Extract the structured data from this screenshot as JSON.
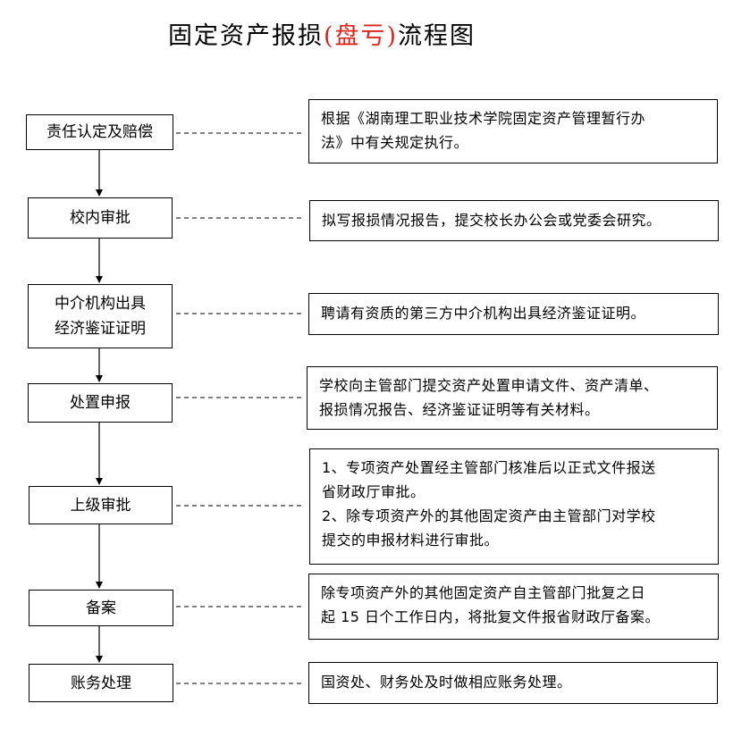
{
  "title": {
    "main": "固定资产报损",
    "paren": "(盘亏)",
    "tail": "流程图"
  },
  "steps": [
    {
      "label_lines": [
        "责任认定及赔偿"
      ]
    },
    {
      "label_lines": [
        "校内审批"
      ]
    },
    {
      "label_lines": [
        "中介机构出具",
        "经济鉴证证明"
      ]
    },
    {
      "label_lines": [
        "处置申报"
      ]
    },
    {
      "label_lines": [
        "上级审批"
      ]
    },
    {
      "label_lines": [
        "备案"
      ]
    },
    {
      "label_lines": [
        "账务处理"
      ]
    }
  ],
  "descriptions": [
    {
      "lines": [
        "根据《湖南理工职业技术学院固定资产管理暂行办",
        "法》中有关规定执行。"
      ]
    },
    {
      "lines": [
        "拟写报损情况报告，提交校长办公会或党委会研究。"
      ]
    },
    {
      "lines": [
        "聘请有资质的第三方中介机构出具经济鉴证证明。"
      ]
    },
    {
      "lines": [
        "学校向主管部门提交资产处置申请文件、资产清单、",
        "报损情况报告、经济鉴证证明等有关材料。"
      ]
    },
    {
      "lines": [
        "1、专项资产处置经主管部门核准后以正式文件报送",
        "省财政厅审批。",
        "2、除专项资产外的其他固定资产由主管部门对学校",
        "提交的申报材料进行审批。"
      ]
    },
    {
      "lines": [
        "除专项资产外的其他固定资产自主管部门批复之日",
        "起 15 日个工作日内，将批复文件报省财政厅备案。"
      ]
    },
    {
      "lines": [
        "国资处、财务处及时做相应账务处理。"
      ]
    }
  ],
  "colors": {
    "accent_red": "#d9261c"
  }
}
